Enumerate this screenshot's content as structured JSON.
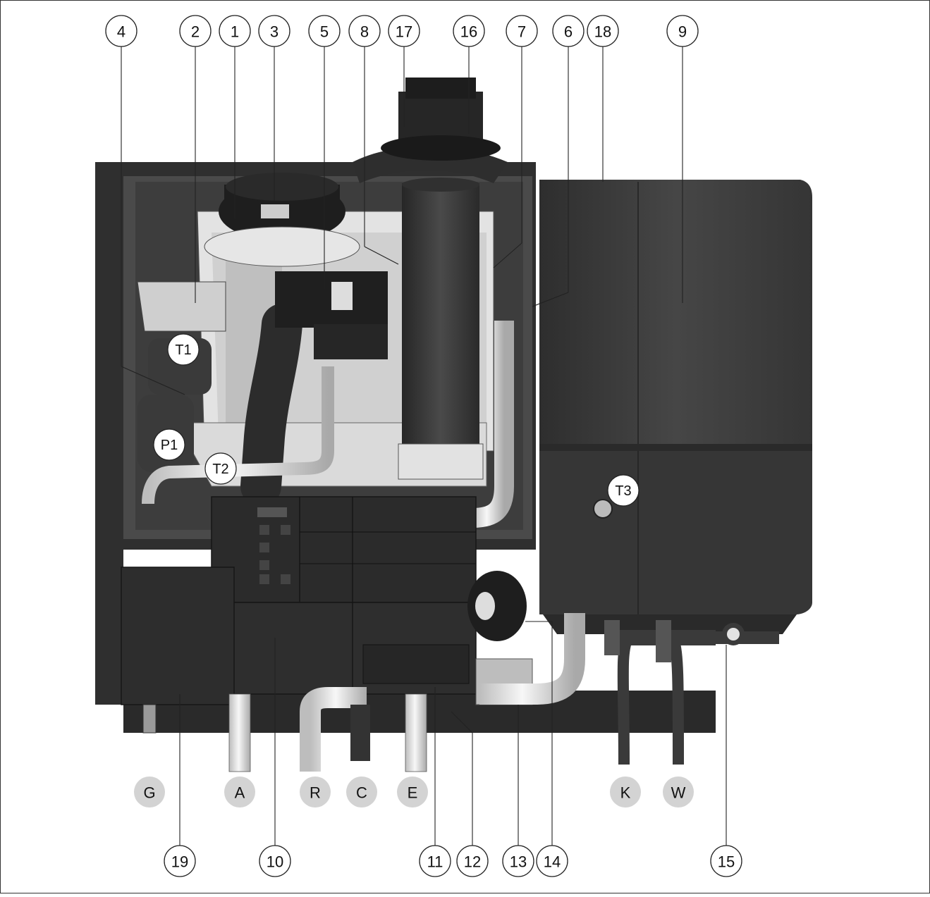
{
  "callouts": {
    "c1": "1",
    "c2": "2",
    "c3": "3",
    "c4": "4",
    "c5": "5",
    "c6": "6",
    "c7": "7",
    "c8": "8",
    "c9": "9",
    "c10": "10",
    "c11": "11",
    "c12": "12",
    "c13": "13",
    "c14": "14",
    "c15": "15",
    "c16": "16",
    "c17": "17",
    "c18": "18",
    "c19": "19"
  },
  "connections": {
    "G": "G",
    "A": "A",
    "R": "R",
    "C": "C",
    "E": "E",
    "K": "K",
    "W": "W"
  },
  "sensors": {
    "T1": "T1",
    "T2": "T2",
    "T3": "T3",
    "P1": "P1"
  },
  "colors": {
    "casing": "#3a3a3a",
    "casing_dark": "#262626",
    "component_light": "#e2e2e2",
    "pipe": "#eeeeee",
    "connection_badge": "#d3d3d3"
  }
}
